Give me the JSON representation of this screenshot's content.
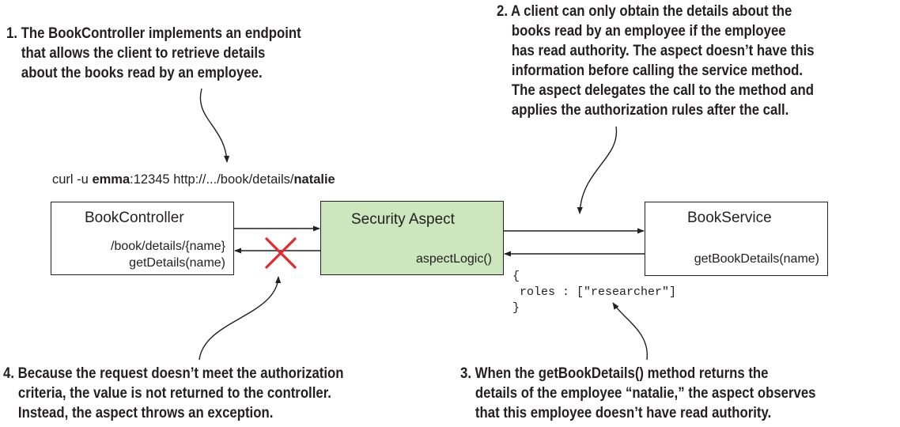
{
  "callouts": {
    "c1": {
      "num": "1.",
      "lines": [
        "The BookController implements an endpoint",
        "that allows the client to retrieve details",
        "about the books read by an employee."
      ]
    },
    "c2": {
      "num": "2.",
      "lines": [
        "A client can only obtain the details about the",
        "books read by an employee if the employee",
        "has read authority. The aspect doesn’t have this",
        "information before calling the service method.",
        "The aspect delegates the call to the method and",
        "applies the authorization rules after the call."
      ]
    },
    "c3": {
      "num": "3.",
      "lines": [
        "When the getBookDetails() method returns the",
        "details of the employee “natalie,” the aspect observes",
        "that this employee doesn’t have read authority."
      ]
    },
    "c4": {
      "num": "4.",
      "lines": [
        "Because the request doesn’t meet the authorization",
        "criteria, the value is not returned to the controller.",
        "Instead, the aspect throws an exception."
      ]
    }
  },
  "curl": {
    "prefix": "curl -u ",
    "user": "emma",
    "mid": ":12345 http://.../book/details/",
    "name": "natalie"
  },
  "boxes": {
    "controller": {
      "title": "BookController",
      "endpoint": "/book/details/{name}",
      "method": "getDetails(name)"
    },
    "aspect": {
      "title": "Security Aspect",
      "method": "aspectLogic()",
      "fill": "#cce6bd"
    },
    "service": {
      "title": "BookService",
      "method": "getBookDetails(name)"
    }
  },
  "code": {
    "open": "{",
    "body": " roles : [\"researcher\"]",
    "close": "}"
  },
  "colors": {
    "blocked_mark": "#e8262b",
    "ink": "#231f20"
  }
}
